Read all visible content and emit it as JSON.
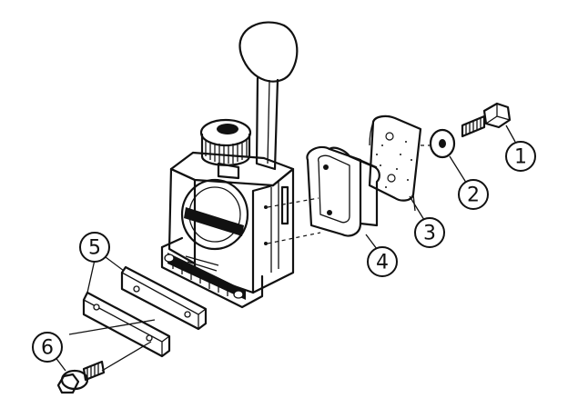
{
  "diagram": {
    "callouts": [
      {
        "id": "1",
        "label": "1"
      },
      {
        "id": "2",
        "label": "2"
      },
      {
        "id": "3",
        "label": "3"
      },
      {
        "id": "4",
        "label": "4"
      },
      {
        "id": "5",
        "label": "5"
      },
      {
        "id": "6",
        "label": "6"
      }
    ],
    "colors": {
      "ink": "#111111",
      "paper": "#ffffff",
      "pad": "#bdbdbd"
    },
    "parts": [
      "hex-bolt-icon",
      "washer-icon",
      "gasket-icon",
      "cover-plate-icon",
      "oiler-body-icon",
      "shim-plate-icon",
      "flange-bolt-icon"
    ]
  }
}
